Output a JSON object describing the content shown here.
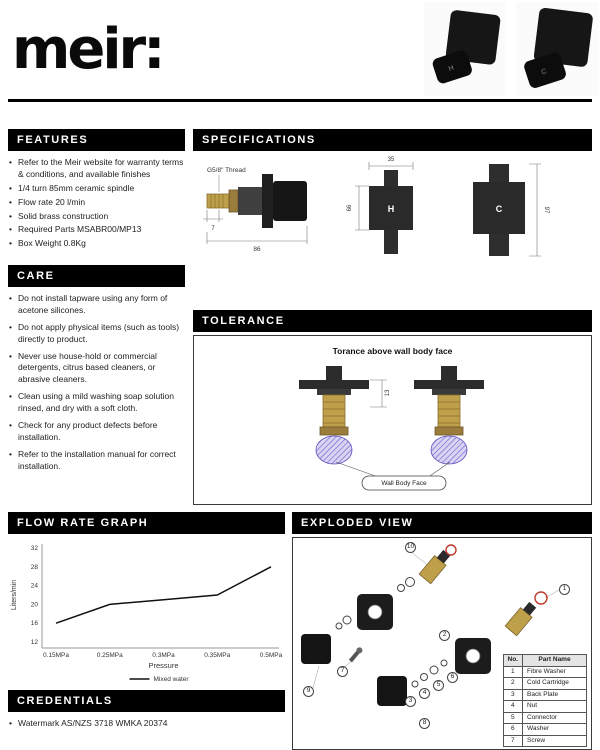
{
  "brand": {
    "logo": "meir:"
  },
  "product_photos": [
    {
      "label": "H"
    },
    {
      "label": "C"
    }
  ],
  "features": {
    "title": "FEATURES",
    "items": [
      "Refer to the Meir website for warranty terms & conditions, and available finishes",
      "1/4 turn 85mm ceramic spindle",
      "Flow rate 20 l/min",
      "Solid brass construction",
      "Required Parts MSABR00/MP13",
      "Box Weight 0.8Kg"
    ]
  },
  "care": {
    "title": "CARE",
    "items": [
      "Do not install tapware using any form of acetone silicones.",
      "Do not apply physical items (such as tools) directly to product.",
      "Never use house-hold or commercial detergents, citrus based cleaners, or abrasive cleaners.",
      "Clean using a mild washing soap solution rinsed, and dry with a soft cloth.",
      "Check for any product defects before installation.",
      "Refer to the installation manual for correct installation."
    ]
  },
  "specifications": {
    "title": "SPECIFICATIONS",
    "labels": {
      "thread": "G5/8\" Thread",
      "dim_86": "86",
      "dim_7": "7",
      "dim_35": "35",
      "dim_66": "66",
      "dim_97": "97",
      "hot": "H",
      "cold": "C"
    }
  },
  "tolerance": {
    "title": "TOLERANCE",
    "subtitle": "Torance above wall body face",
    "dim_13": "13",
    "wall_label": "Wall Body Face"
  },
  "flow": {
    "title": "FLOW RATE GRAPH"
  },
  "chart_data": {
    "type": "line",
    "categories": [
      "0.15MPa",
      "0.25MPa",
      "0.3MPa",
      "0.35MPa",
      "0.5MPa"
    ],
    "series": [
      {
        "name": "Mixed water",
        "values": [
          16,
          20,
          21,
          22,
          28
        ]
      }
    ],
    "title": "FLOW RATE GRAPH",
    "xlabel": "Pressure",
    "ylabel": "Liters/min",
    "yticks": [
      12,
      16,
      20,
      24,
      28,
      32
    ],
    "ylim": [
      12,
      32
    ],
    "grid": false,
    "legend_position": "bottom"
  },
  "exploded": {
    "title": "EXPLODED VIEW",
    "callouts": [
      "1",
      "2",
      "3",
      "4",
      "5",
      "6",
      "7",
      "8",
      "9",
      "10"
    ],
    "table": {
      "headers": [
        "No.",
        "Part Name"
      ],
      "rows": [
        [
          "1",
          "Fibre Washer"
        ],
        [
          "2",
          "Cold Cartridge"
        ],
        [
          "3",
          "Back Plate"
        ],
        [
          "4",
          "Nut"
        ],
        [
          "5",
          "Connector"
        ],
        [
          "6",
          "Washer"
        ],
        [
          "7",
          "Screw"
        ]
      ]
    }
  },
  "credentials": {
    "title": "CREDENTIALS",
    "items": [
      "Watermark AS/NZS 3718 WMKA 20374"
    ]
  }
}
